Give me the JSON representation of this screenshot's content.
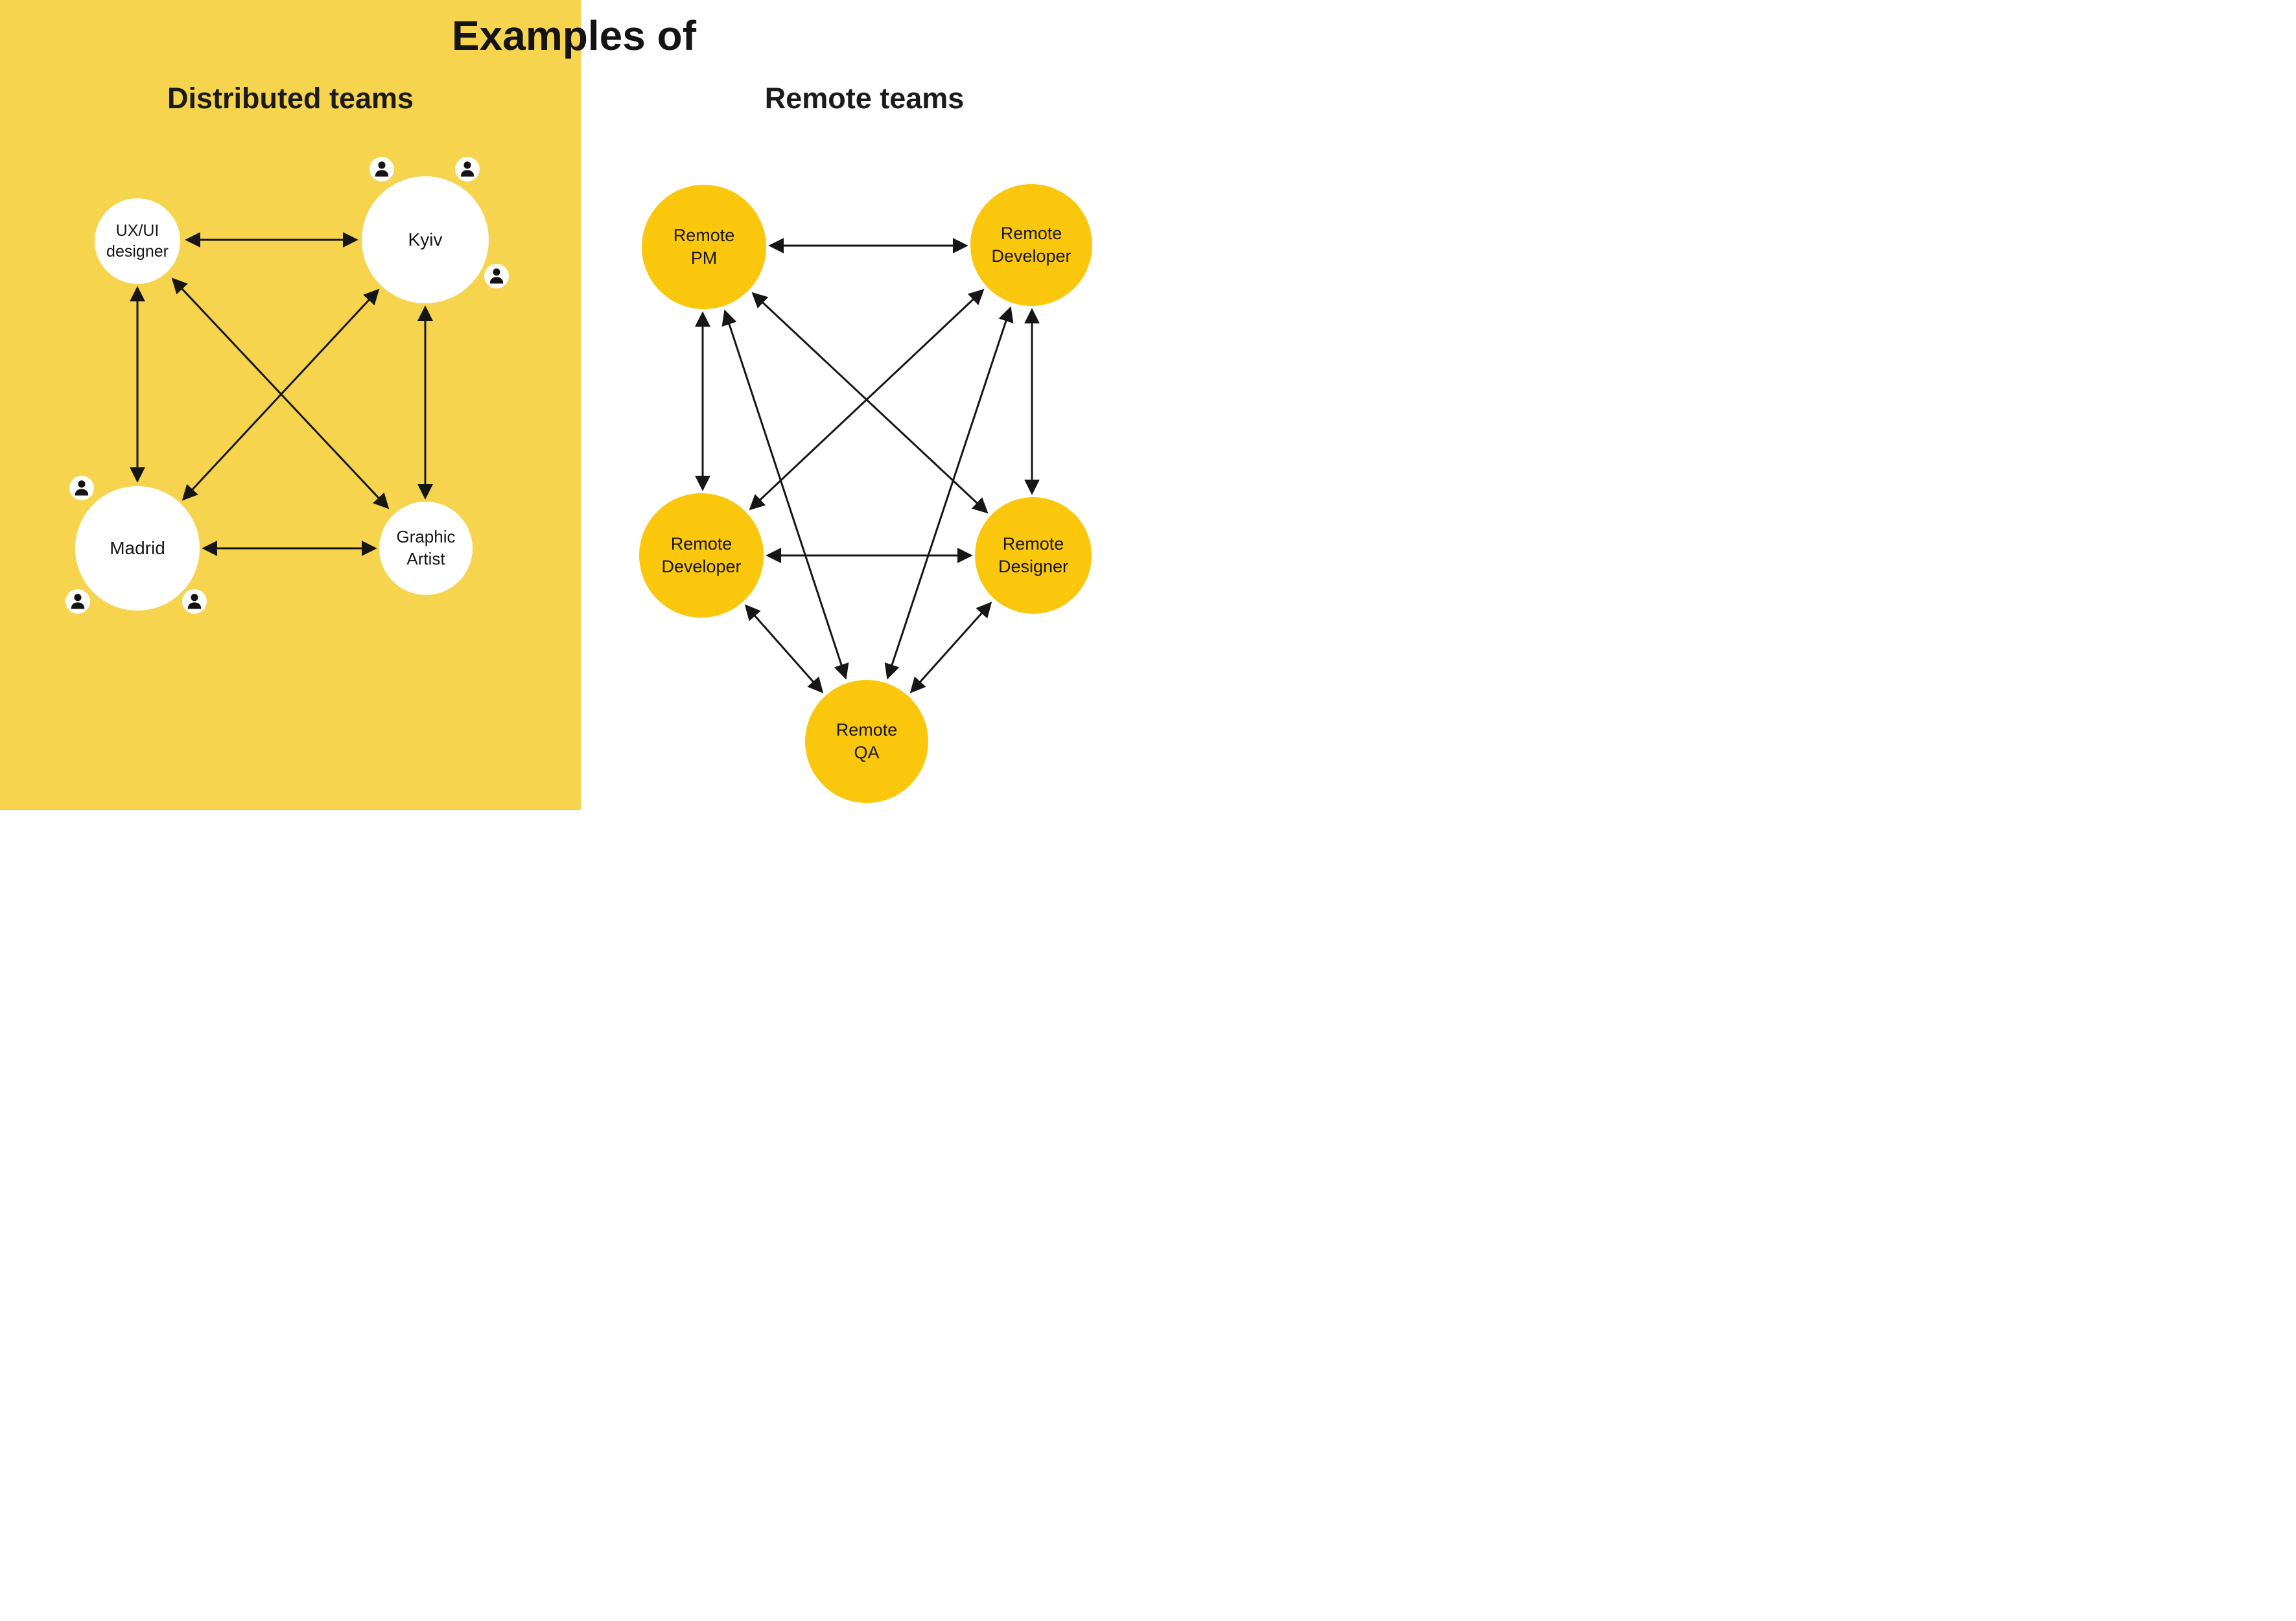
{
  "title": "Examples of",
  "left_section": {
    "heading": "Distributed teams",
    "nodes": {
      "uxui": {
        "label": "UX/UI\ndesigner"
      },
      "kyiv": {
        "label": "Kyiv"
      },
      "madrid": {
        "label": "Madrid"
      },
      "graphic": {
        "label": "Graphic\nArtist"
      }
    }
  },
  "right_section": {
    "heading": "Remote teams",
    "nodes": {
      "pm": {
        "label": "Remote\nPM"
      },
      "dev_top": {
        "label": "Remote\nDeveloper"
      },
      "dev_mid": {
        "label": "Remote\nDeveloper"
      },
      "designer": {
        "label": "Remote\nDesigner"
      },
      "qa": {
        "label": "Remote\nQA"
      }
    }
  },
  "icons": {
    "team_member": "person-icon"
  },
  "colors": {
    "left_background": "#F6D44E",
    "node_white": "#FFFFFF",
    "node_gold": "#FBC70D",
    "arrow": "#161616",
    "text": "#1B1B1B"
  }
}
